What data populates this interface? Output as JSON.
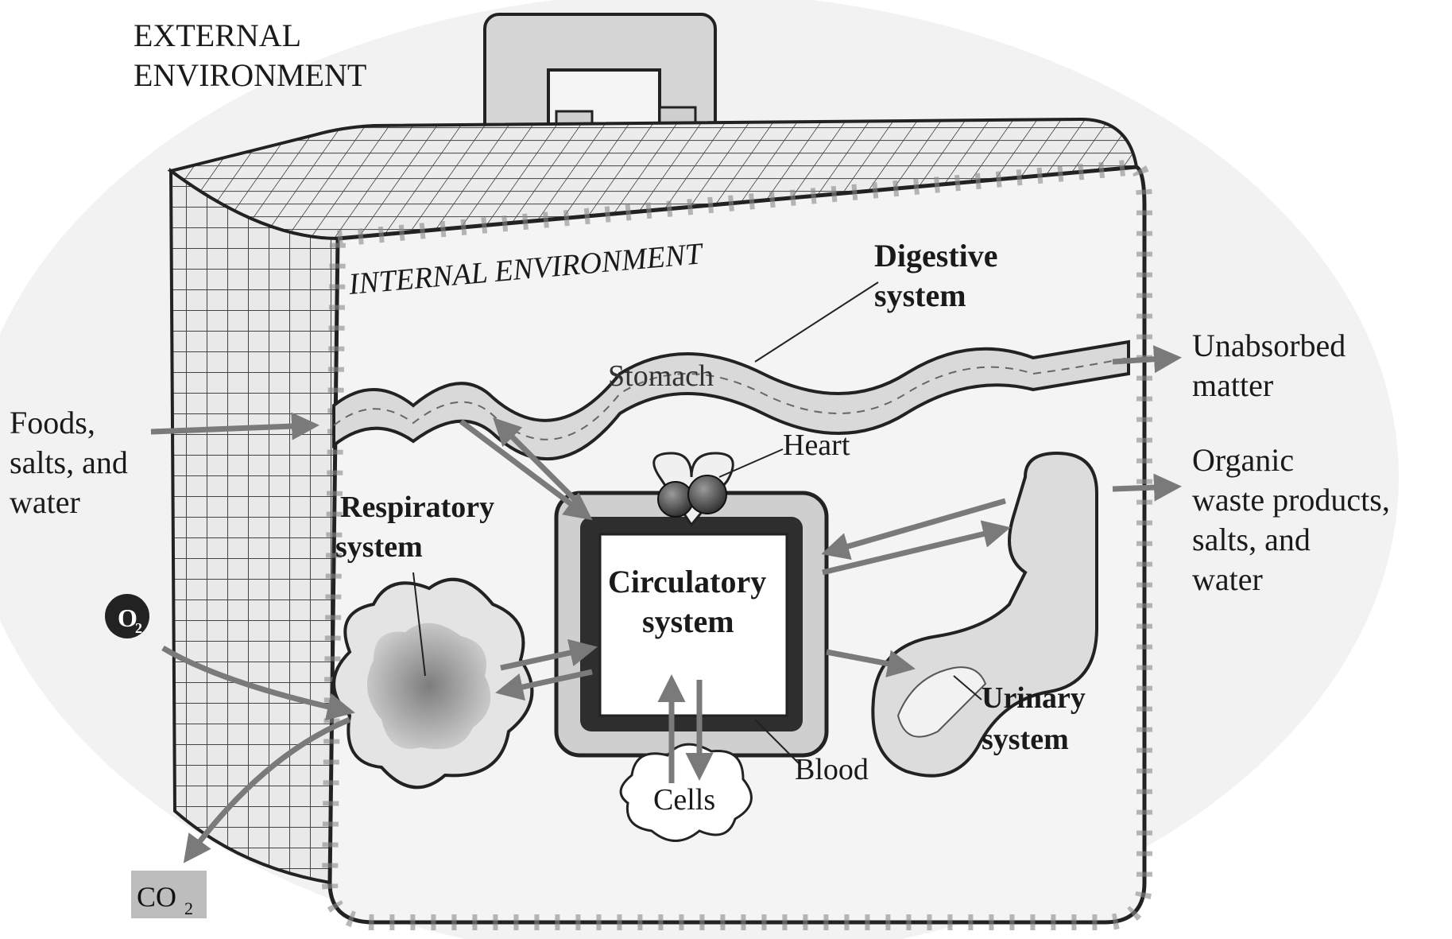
{
  "labels": {
    "external_line1": "EXTERNAL",
    "external_line2": "ENVIRONMENT",
    "internal": "INTERNAL ENVIRONMENT",
    "digestive_line1": "Digestive",
    "digestive_line2": "system",
    "stomach": "Stomach",
    "heart": "Heart",
    "respiratory_line1": "Respiratory",
    "respiratory_line2": "system",
    "circulatory_line1": "Circulatory",
    "circulatory_line2": "system",
    "cells": "Cells",
    "blood": "Blood",
    "urinary_line1": "Urinary",
    "urinary_line2": "system",
    "foods_line1": "Foods,",
    "foods_line2": "salts, and",
    "foods_line3": "water",
    "unabsorbed_line1": "Unabsorbed",
    "unabsorbed_line2": "matter",
    "organic_line1": "Organic",
    "organic_line2": "waste products,",
    "organic_line3": "salts, and",
    "organic_line4": "water",
    "o2_main": "O",
    "o2_sub": "2",
    "co2_main": "CO",
    "co2_sub": "2"
  },
  "colors": {
    "background": "#ffffff",
    "case_fill": "#e6e6e6",
    "case_outline": "#222222",
    "arrow": "#7a7a7a",
    "heart": "#333333",
    "o2_badge": "#222222",
    "co2_badge": "#bdbdbd"
  }
}
